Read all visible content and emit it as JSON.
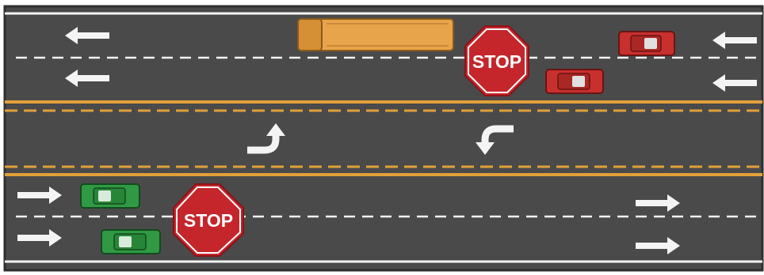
{
  "diagram": {
    "signs": [
      {
        "id": "stop-top",
        "text": "STOP"
      },
      {
        "id": "stop-bottom",
        "text": "STOP"
      }
    ],
    "vehicles": [
      {
        "id": "school-bus",
        "kind": "bus",
        "color": "#e8a44a"
      },
      {
        "id": "red-car-1",
        "kind": "car",
        "color": "#c8302e"
      },
      {
        "id": "red-car-2",
        "kind": "car",
        "color": "#c8302e"
      },
      {
        "id": "green-car-1",
        "kind": "car",
        "color": "#2f9a43"
      },
      {
        "id": "green-car-2",
        "kind": "car",
        "color": "#2f9a43"
      }
    ],
    "colors": {
      "road": "#4a4a4a",
      "lane_white": "#f4f4f4",
      "center_yellow": "#e2a03a",
      "stop_red": "#c4262b"
    }
  }
}
